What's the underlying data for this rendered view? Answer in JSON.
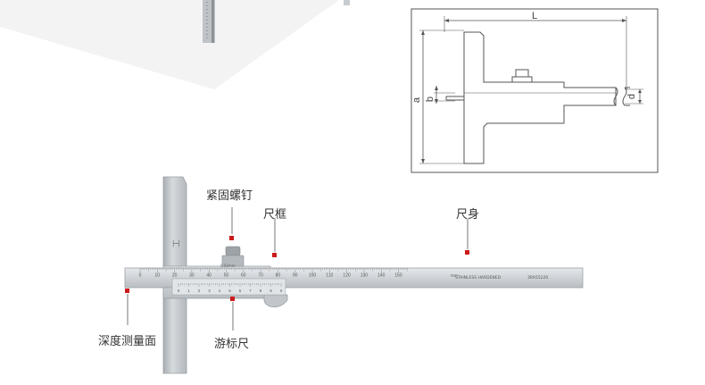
{
  "labels": {
    "lock_screw": "紧固螺钉",
    "frame": "尺框",
    "beam": "尺身",
    "depth_base": "深度测量面",
    "vernier": "游标尺"
  },
  "diagram": {
    "dim_L": "L",
    "dim_a": "a",
    "dim_b": "b",
    "dim_d": "d"
  },
  "gauge": {
    "logo_text": "工",
    "resolution_mark": "0.02mm",
    "brand_mark": "STAINLESS HARDENED",
    "serial_mark": "3RA55220",
    "main_scale_numbers": [
      "0",
      "10",
      "20",
      "30",
      "40",
      "50",
      "60",
      "70",
      "80",
      "90",
      "100",
      "110",
      "120",
      "130",
      "140",
      "150"
    ],
    "main_scale_unit": "mm",
    "vernier_numbers": [
      "0",
      "1",
      "2",
      "3",
      "4",
      "5",
      "6",
      "7",
      "8",
      "9",
      "0"
    ]
  },
  "colors": {
    "marker": "#cc1a1a",
    "steel": "#d4d8dc",
    "line": "#555555"
  }
}
